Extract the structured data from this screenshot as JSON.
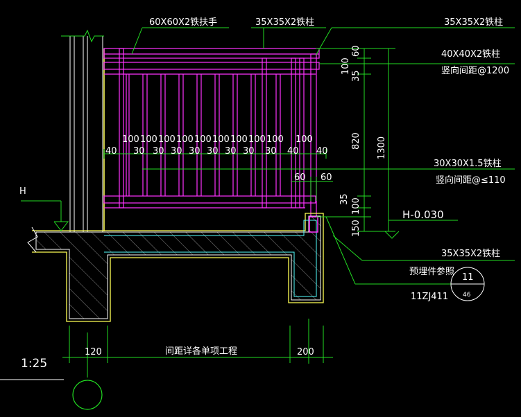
{
  "drawing": {
    "scale": "1:25",
    "labels": {
      "handrail": "60X60X2铁扶手",
      "post_top": "35X35X2铁柱",
      "post_right_top": "35X35X2铁柱",
      "rail_40": "40X40X2铁柱",
      "rail_40_spacing": "竖向间距@1200",
      "baluster": "30X30X1.5铁柱",
      "baluster_spacing": "竖向间距@≤110",
      "level": "H-0.030",
      "post_bottom": "35X35X2铁柱",
      "embed_ref": "预埋件参照",
      "std_code": "11ZJ411",
      "detail_no": "11",
      "detail_sheet": "46",
      "h_mark": "H",
      "bottom_note": "间距详各单项工程"
    },
    "dims": {
      "top_row": [
        "100",
        "100",
        "100",
        "100",
        "100",
        "100",
        "100",
        "100",
        "100",
        "100"
      ],
      "second_row": [
        "40",
        "30",
        "30",
        "30",
        "30",
        "30",
        "30",
        "30",
        "30",
        "40",
        "40"
      ],
      "d60_left": "60",
      "d60_right": "60",
      "right_col": [
        "60",
        "35",
        "100",
        "820",
        "35",
        "100",
        "150"
      ],
      "total_height": "1300",
      "bottom_left": "120",
      "bottom_right": "200"
    },
    "colors": {
      "green": "#22dd22",
      "magenta": "#ff33ff",
      "yellow": "#ffff55",
      "cyan": "#55ffff",
      "white": "#ffffff"
    }
  }
}
